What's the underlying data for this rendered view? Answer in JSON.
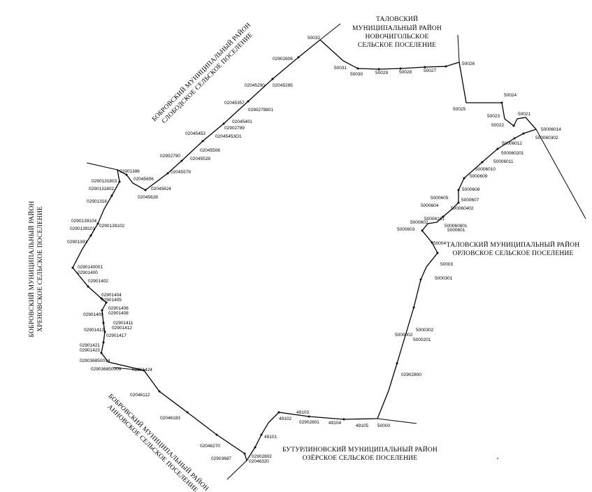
{
  "regions": [
    {
      "id": "talovsky-novochigolskoe",
      "lines": [
        "ТАЛОВСКИЙ",
        "МУНИЦИПАЛЬНЫЙ РАЙОН",
        "НОВОЧИГОЛЬСКОЕ",
        "СЕЛЬСКОЕ ПОСЕЛЕНИЕ"
      ]
    },
    {
      "id": "bobrovsky-slobodskoe",
      "lines": [
        "БОБРОВСКИЙ МУНИЦИПАЛЬНЫЙ РАЙОН",
        "СЛОБОДСКОЕ СЕЛЬСКОЕ ПОСЕЛЕНИЕ"
      ]
    },
    {
      "id": "bobrovsky-khrenovskoe",
      "lines": [
        "БОБРОВСКИЙ МУНИЦИПАЛЬНЫЙ РАЙОН",
        "ХРЕНОВСКОЕ СЕЛЬСКОЕ ПОСЕЛЕНИЕ"
      ]
    },
    {
      "id": "talovsky-orlovskoe",
      "lines": [
        "ТАЛОВСКИЙ МУНИЦИПАЛЬНЫЙ РАЙОН",
        "ОРЛОВСКОЕ СЕЛЬСКОЕ ПОСЕЛЕНИЕ"
      ]
    },
    {
      "id": "bobrovsky-annovskoe",
      "lines": [
        "БОБРОВСКИЙ МУНИЦИПАЛЬНЫЙ РАЙОН",
        "АННОВСКОЕ СЕЛЬСКОЕ ПОСЕЛЕНИЕ"
      ]
    },
    {
      "id": "buturlinovsky-ozerskoe",
      "lines": [
        "БУТУРЛИНОВСКИЙ МУНИЦИПАЛЬНЫЙ РАЙОН",
        "ОЗЁРСКОЕ СЕЛЬСКОЕ ПОСЕЛЕНИЕ"
      ]
    }
  ],
  "points": [
    "50032",
    "02902606",
    "02045290",
    "02045285",
    "02045357",
    "0290278801",
    "02045401",
    "02902789",
    "02045453",
    "02045453O1",
    "02045506",
    "02902790",
    "02045528",
    "02045579",
    "02901386",
    "02045606",
    "02045624",
    "02045628",
    "0290131803",
    "0290131802",
    "02901318",
    "0290139104",
    "0290139101",
    "0290139102",
    "02901391",
    "0290140001",
    "02901400",
    "02901402",
    "02901404",
    "02901405",
    "02901406",
    "02901408",
    "02901409",
    "02901411",
    "02901412",
    "02901413",
    "02901417",
    "02901421",
    "02901423",
    "029036850014",
    "029036850009",
    "02901424",
    "02046112",
    "02046183",
    "02046270",
    "02903687",
    "02902802",
    "02046320",
    "49101",
    "49102",
    "49103",
    "02902801",
    "49104",
    "49105",
    "50000",
    "02902800",
    "5000002",
    "5000302",
    "5000201",
    "5000301",
    "50003",
    "50004",
    "5000603",
    "5000602",
    "5000601",
    "50006101",
    "500060601",
    "5000604",
    "5000605",
    "500060402",
    "5000607",
    "5000608",
    "5000609",
    "50006010",
    "50006011",
    "500060201",
    "50006012",
    "500060302",
    "50006014",
    "50021",
    "50022",
    "50023",
    "50024",
    "50025",
    "50026",
    "50027",
    "50028",
    "50029",
    "50030",
    "50031"
  ]
}
